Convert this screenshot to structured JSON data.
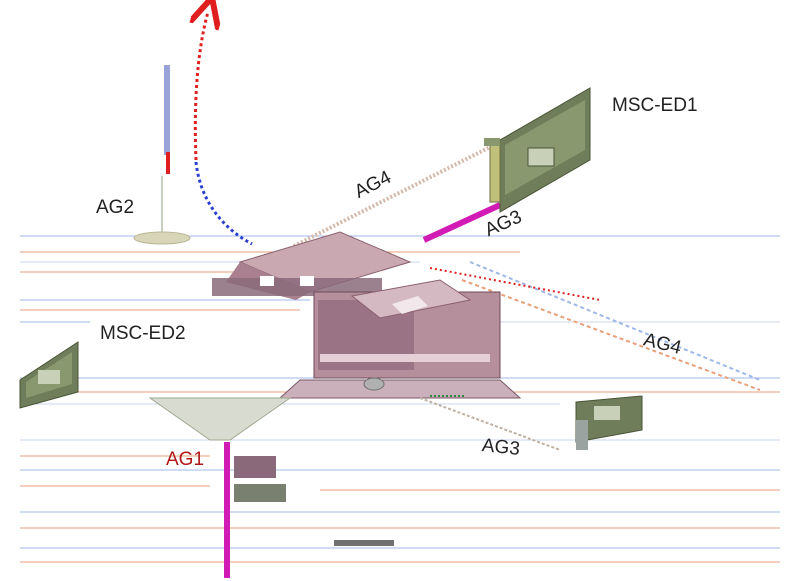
{
  "labels": {
    "msc_ed1": "MSC-ED1",
    "msc_ed2": "MSC-ED2",
    "ag2": "AG2",
    "ag4_top": "AG4",
    "ag3_top": "AG3",
    "ag4_right": "AG4",
    "ag3_bottom": "AG3",
    "ag1": "AG1"
  },
  "colors": {
    "magenta_link": "#d21ab4",
    "red_dotted": "#e02020",
    "blue_dotted": "#2b3fd0",
    "device_body": "#b58f9c",
    "device_dark": "#6e4a58",
    "board_green": "#5f6e4a",
    "stripe_orange": "#e8a07a",
    "stripe_blue": "#9fb8e8",
    "antenna_blue": "#9aa3d8"
  },
  "icons": {
    "mobile_device_1": "network-card-icon",
    "mobile_device_2": "network-card-icon",
    "router": "router-box-icon",
    "antenna": "antenna-icon"
  }
}
